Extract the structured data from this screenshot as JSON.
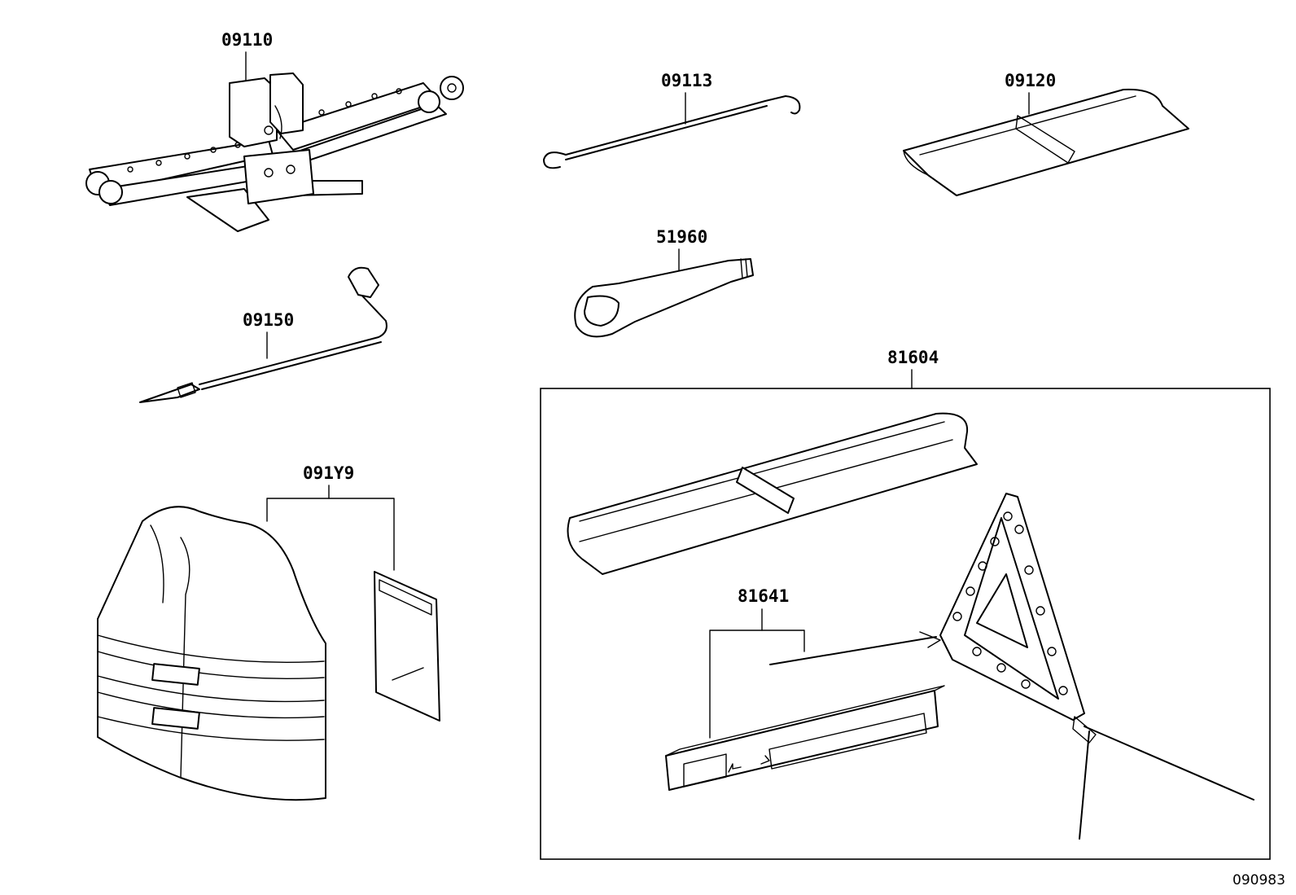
{
  "diagram": {
    "callouts": [
      {
        "id": "09110",
        "label": "09110"
      },
      {
        "id": "09113",
        "label": "09113"
      },
      {
        "id": "09120",
        "label": "09120"
      },
      {
        "id": "51960",
        "label": "51960"
      },
      {
        "id": "09150",
        "label": "09150"
      },
      {
        "id": "81604",
        "label": "81604"
      },
      {
        "id": "091Y9",
        "label": "091Y9"
      },
      {
        "id": "81641",
        "label": "81641"
      }
    ],
    "figure_code": "090983"
  }
}
